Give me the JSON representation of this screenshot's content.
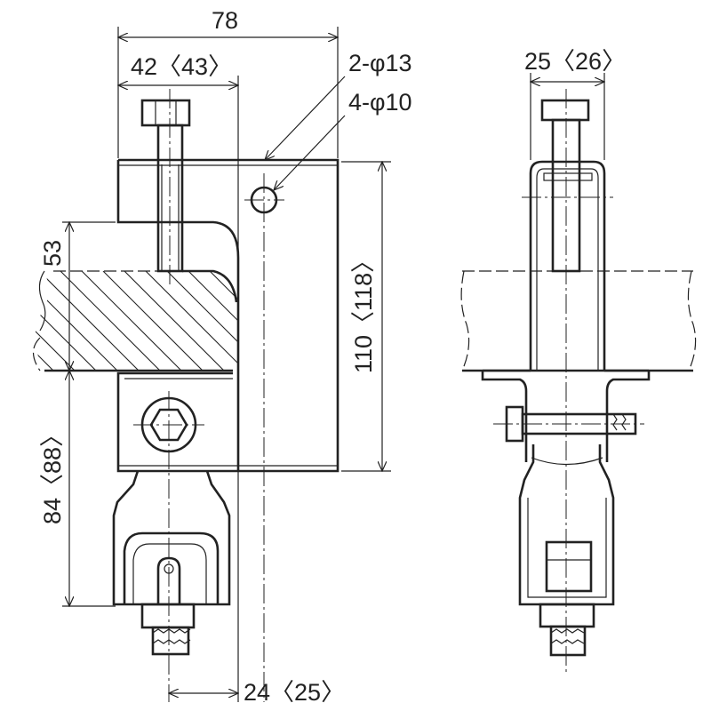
{
  "drawing": {
    "dimensions": {
      "overall_width": "78",
      "jaw_width": "42〈43〉",
      "hole_a": "2-φ13",
      "hole_b": "4-φ10",
      "side_width": "25〈26〉",
      "max_flange": "53",
      "height": "110〈118〉",
      "lower_height": "84〈88〉",
      "offset": "24〈25〉"
    },
    "line_color": "#222222"
  }
}
